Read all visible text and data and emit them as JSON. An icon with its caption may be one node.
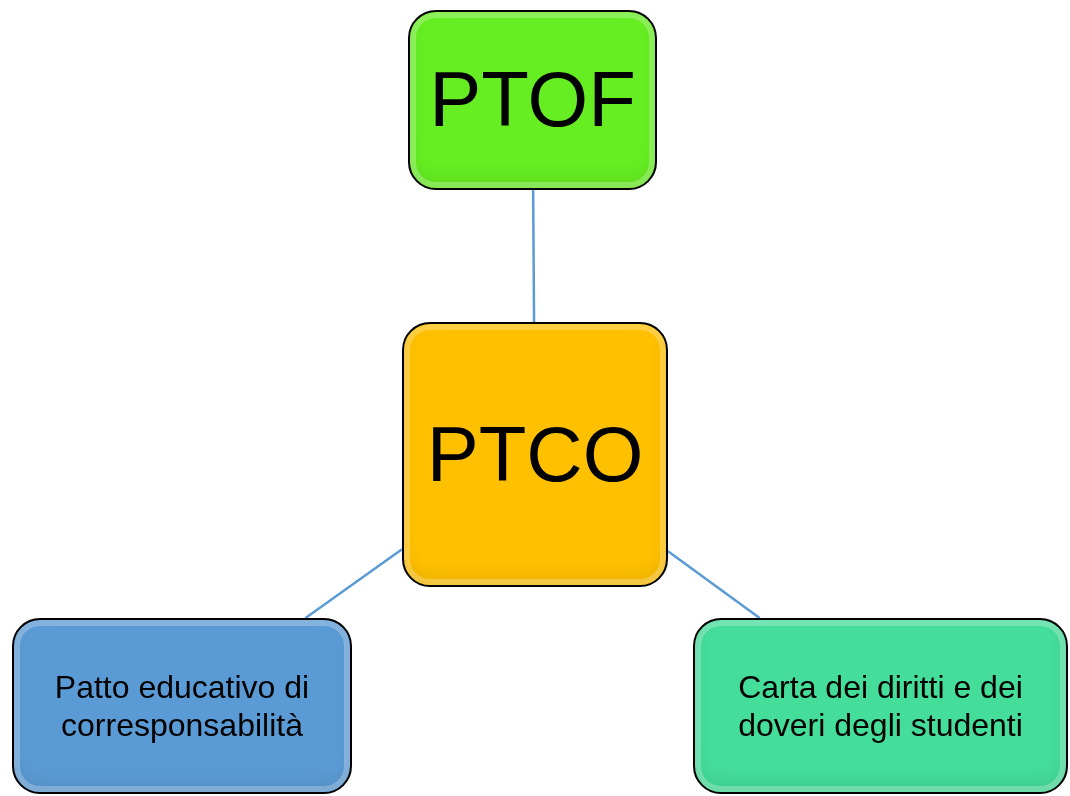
{
  "diagram": {
    "nodes": [
      {
        "text": [
          "PTOF"
        ]
      },
      {
        "text": [
          "PTCO"
        ]
      },
      {
        "text": [
          "Patto educativo di corresponsabilità"
        ]
      },
      {
        "text": [
          "Carta dei diritti e dei doveri degli studenti"
        ]
      }
    ],
    "edges": [
      {
        "from": 0,
        "to": 1,
        "arrow": "none"
      },
      {
        "from": 1,
        "to": 2,
        "arrow": "none"
      },
      {
        "from": 1,
        "to": 3,
        "arrow": "none"
      }
    ]
  }
}
